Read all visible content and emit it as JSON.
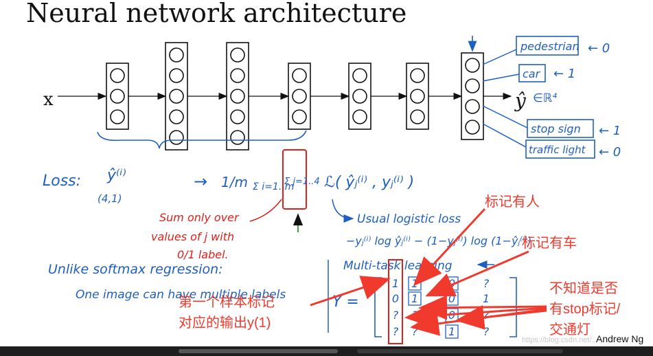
{
  "slide": {
    "title": "Neural network architecture",
    "input_label": "x",
    "output_label": "ŷ",
    "output_dim": "∈ℝ⁴",
    "author": "Andrew Ng",
    "watermark": "https://blog.csdn.net/..."
  },
  "network": {
    "layer_nodes": [
      3,
      5,
      5,
      3,
      3,
      3,
      4
    ]
  },
  "labels_right": [
    {
      "name": "pedestrian",
      "value": "← 0"
    },
    {
      "name": "car",
      "value": "← 1"
    },
    {
      "name": "stop sign",
      "value": "← 1"
    },
    {
      "name": "traffic light",
      "value": "← 0"
    }
  ],
  "loss": {
    "word": "Loss:",
    "y_hat": "ŷ⁽ⁱ⁾",
    "dims": "(4,1)",
    "arrow": "→",
    "frac": "1/m",
    "sum_outer": "Σ i=1..m",
    "sum_inner": "Σ j=1..4",
    "term": "ℒ( ŷⱼ⁽ⁱ⁾ , yⱼ⁽ⁱ⁾ )",
    "usual": "Usual logistic loss",
    "formula": "−yⱼ⁽ⁱ⁾ log ŷⱼ⁽ⁱ⁾ − (1−yⱼ⁽ⁱ⁾) log (1−ŷⱼ⁽ⁱ⁾)"
  },
  "notes": {
    "sum_only_1": "Sum only over",
    "sum_only_2": "values of j with",
    "sum_only_3": "0/1 label.",
    "unlike_1": "Unlike softmax regression:",
    "unlike_2": "One image can have multiple labels",
    "multitask": "Multi-task learning"
  },
  "matrix": {
    "Y": "Y =",
    "rows": [
      [
        "1",
        "1",
        "0",
        "?"
      ],
      [
        "0",
        "1",
        "0",
        "1"
      ],
      [
        "?",
        "?",
        "0",
        "?"
      ],
      [
        "?",
        "?",
        "1",
        "?"
      ]
    ]
  },
  "annotations_cn": {
    "person": "标记有人",
    "car": "标记有车",
    "first_sample_1": "第一个样本标记",
    "first_sample_2": "对应的输出y(1)",
    "unknown_1": "不知道是否",
    "unknown_2": "有stop标记/",
    "unknown_3": "交通灯"
  },
  "colors": {
    "ink_black": "#111111",
    "ink_blue": "#1f5fbf",
    "ink_red": "#e0201a",
    "ink_green": "#2a9a2a",
    "annot_red": "#f03a2e"
  }
}
